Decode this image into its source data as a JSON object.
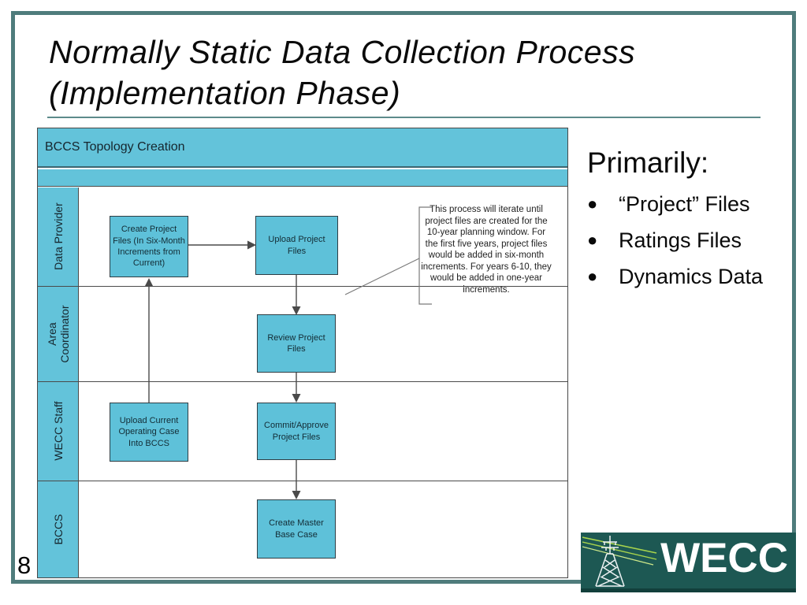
{
  "slide": {
    "title_line1": "Normally Static Data Collection Process",
    "title_line2": "(Implementation Phase)",
    "page_number": "8"
  },
  "diagram": {
    "header": "BCCS Topology Creation",
    "lanes": [
      {
        "label": "Data Provider"
      },
      {
        "label": "Area Coordinator"
      },
      {
        "label": "WECC Staff"
      },
      {
        "label": "BCCS"
      }
    ],
    "boxes": [
      {
        "label": "Create Project Files (In Six-Month Increments from Current)"
      },
      {
        "label": "Upload Project Files"
      },
      {
        "label": "Review Project Files"
      },
      {
        "label": "Upload Current Operating Case Into BCCS"
      },
      {
        "label": "Commit/Approve Project Files"
      },
      {
        "label": "Create Master Base Case"
      }
    ],
    "annotation": "This process will iterate until project files are created for the 10-year planning window.  For the first five years, project files would be added in six-month increments.  For years 6-10, they would be added in one-year increments."
  },
  "sidebar": {
    "heading": "Primarily:",
    "bullets": [
      "“Project” Files",
      "Ratings Files",
      "Dynamics Data"
    ]
  },
  "logo": {
    "text": "WECC",
    "icon": "transmission-tower-icon"
  },
  "colors": {
    "diagram_blue": "#63c3da",
    "box_blue": "#5ec1d9",
    "slide_border_teal": "#4f7c7c",
    "logo_background": "#1d5853",
    "wire_green": "#a8d44c"
  }
}
